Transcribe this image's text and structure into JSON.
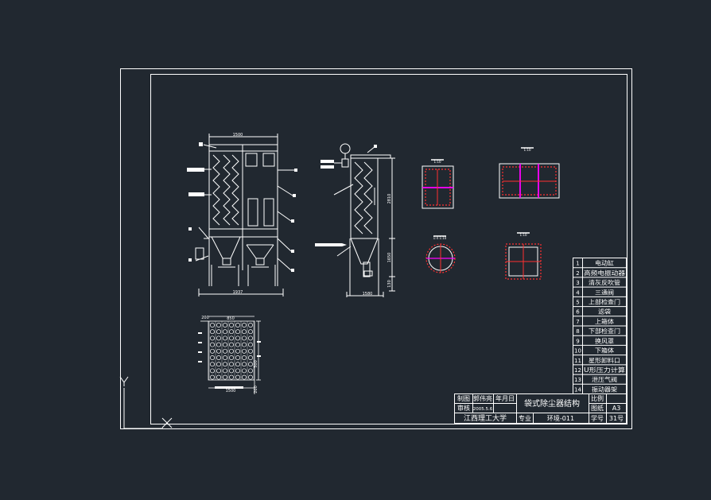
{
  "colors": {
    "background": "#212830",
    "line": "#ffffff",
    "accent_red": "#ff3030",
    "accent_magenta": "#ff00ff"
  },
  "drawing": {
    "main_view_dims": {
      "top": "1500",
      "bottom": "1937"
    },
    "side_view_dims": {
      "bottom": "1580",
      "upper": "2810",
      "middle": "1650",
      "lower": "130"
    },
    "small_views": {
      "label_1": "1:10",
      "label_2": "1:10",
      "label_3": "1:4 1:10",
      "label_4": "1:10"
    },
    "plate_view": {
      "top": "850",
      "left": "200",
      "right_1": "500",
      "right_2": "200",
      "bottom": "1500"
    }
  },
  "parts_list": [
    {
      "no": "1",
      "name": "电动缸"
    },
    {
      "no": "2",
      "name": "高频电振动器"
    },
    {
      "no": "3",
      "name": "清灰反吹管"
    },
    {
      "no": "4",
      "name": "三通阀"
    },
    {
      "no": "5",
      "name": "上部检查门"
    },
    {
      "no": "6",
      "name": "滤袋"
    },
    {
      "no": "7",
      "name": "上箱体"
    },
    {
      "no": "8",
      "name": "下部检查门"
    },
    {
      "no": "9",
      "name": "换风罩"
    },
    {
      "no": "10",
      "name": "下箱体"
    },
    {
      "no": "11",
      "name": "星形卸料口"
    },
    {
      "no": "12",
      "name": "U形压力计算"
    },
    {
      "no": "13",
      "name": "泄压气阀"
    },
    {
      "no": "14",
      "name": "振动器架"
    }
  ],
  "title_block": {
    "drawn_label": "制图",
    "drawn_name": "郭伟亮",
    "date_label": "年月日",
    "check_label": "审核",
    "check_date": "2005.5.6",
    "title": "袋式除尘器结构",
    "ratio_label": "比例",
    "sheet_label": "图纸",
    "sheet_value": "A3",
    "school": "江西理工大学",
    "major_label": "专业",
    "major_value": "环境-011",
    "id_label": "学号",
    "id_value": "31号"
  }
}
